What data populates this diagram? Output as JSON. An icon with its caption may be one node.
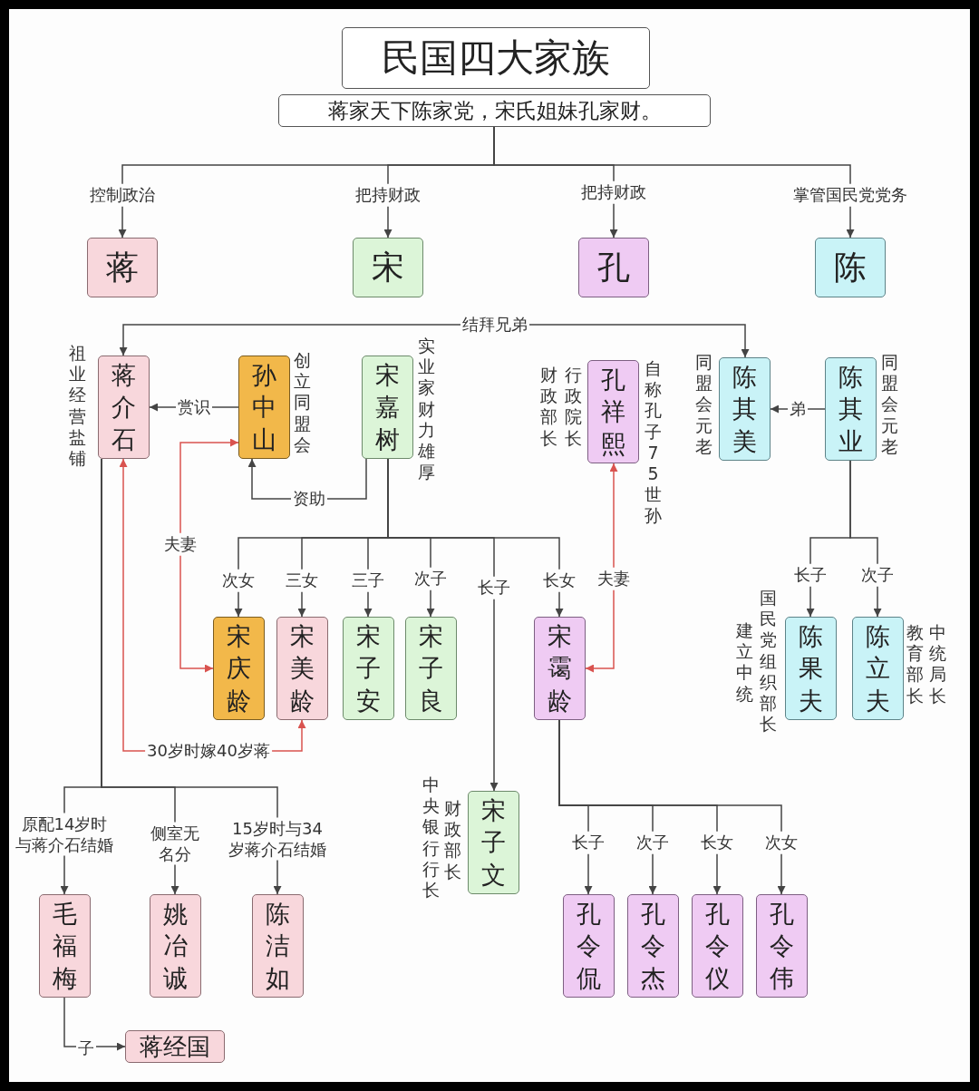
{
  "diagram": {
    "nodes": [
      {
        "text": [
          "民国四大家族"
        ]
      },
      {
        "text": [
          "蒋家天下陈家党，宋氏姐妹孔家财。"
        ]
      },
      {
        "text": [
          "蒋"
        ]
      },
      {
        "text": [
          "宋"
        ]
      },
      {
        "text": [
          "孔"
        ]
      },
      {
        "text": [
          "陈"
        ]
      },
      {
        "text": [
          "蒋介石"
        ],
        "beside": [
          "祖业经营盐铺"
        ]
      },
      {
        "text": [
          "孙中山"
        ],
        "beside": [
          "创立同盟会"
        ]
      },
      {
        "text": [
          "宋嘉树"
        ],
        "beside": [
          "实业家财力雄厚"
        ]
      },
      {
        "text": [
          "孔祥熙"
        ],
        "beside": [
          "行政院长",
          "财政部长",
          "自称孔子75世孙"
        ]
      },
      {
        "text": [
          "陈其美"
        ],
        "beside": [
          "同盟会元老"
        ]
      },
      {
        "text": [
          "陈其业"
        ],
        "beside": [
          "同盟会元老"
        ]
      },
      {
        "text": [
          "宋庆龄"
        ]
      },
      {
        "text": [
          "宋美龄"
        ]
      },
      {
        "text": [
          "宋子安"
        ]
      },
      {
        "text": [
          "宋子良"
        ]
      },
      {
        "text": [
          "宋霭龄"
        ]
      },
      {
        "text": [
          "陈果夫"
        ],
        "beside": [
          "国民党组织部长",
          "建立中统"
        ]
      },
      {
        "text": [
          "陈立夫"
        ],
        "beside": [
          "中统局长",
          "教育部长"
        ]
      },
      {
        "text": [
          "宋子文"
        ],
        "beside": [
          "财政部长",
          "中央银行行长"
        ]
      },
      {
        "text": [
          "毛福梅"
        ]
      },
      {
        "text": [
          "姚冶诚"
        ]
      },
      {
        "text": [
          "陈洁如"
        ]
      },
      {
        "text": [
          "孔令侃"
        ]
      },
      {
        "text": [
          "孔令杰"
        ]
      },
      {
        "text": [
          "孔令仪"
        ]
      },
      {
        "text": [
          "孔令伟"
        ]
      },
      {
        "text": [
          "蒋经国"
        ]
      }
    ],
    "edges": [
      {
        "from": 1,
        "to": 2,
        "arrow": "to",
        "label": "控制政治"
      },
      {
        "from": 1,
        "to": 3,
        "arrow": "to",
        "label": "把持财政"
      },
      {
        "from": 1,
        "to": 4,
        "arrow": "to",
        "label": "把持财政"
      },
      {
        "from": 1,
        "to": 5,
        "arrow": "to",
        "label": "掌管国民党党务"
      },
      {
        "from": 6,
        "to": 10,
        "arrow": "both",
        "label": "结拜兄弟"
      },
      {
        "from": 7,
        "to": 6,
        "arrow": "to",
        "label": "赏识"
      },
      {
        "from": 8,
        "to": 7,
        "arrow": "to",
        "label": "资助"
      },
      {
        "from": 7,
        "to": 12,
        "arrow": "both",
        "label": "夫妻",
        "color": "#d9534f"
      },
      {
        "from": 9,
        "to": 16,
        "arrow": "both",
        "label": "夫妻",
        "color": "#d9534f"
      },
      {
        "from": 6,
        "to": 13,
        "arrow": "both",
        "label": "30岁时嫁40岁蒋",
        "color": "#d9534f"
      },
      {
        "from": 8,
        "to": 12,
        "arrow": "to",
        "label": "次女"
      },
      {
        "from": 8,
        "to": 13,
        "arrow": "to",
        "label": "三女"
      },
      {
        "from": 8,
        "to": 14,
        "arrow": "to",
        "label": "三子"
      },
      {
        "from": 8,
        "to": 15,
        "arrow": "to",
        "label": "次子"
      },
      {
        "from": 8,
        "to": 19,
        "arrow": "to",
        "label": "长子"
      },
      {
        "from": 8,
        "to": 16,
        "arrow": "to",
        "label": "长女"
      },
      {
        "from": 6,
        "to": 20,
        "arrow": "to",
        "label": "原配14岁时与蒋介石结婚"
      },
      {
        "from": 6,
        "to": 21,
        "arrow": "to",
        "label": "侧室无名分"
      },
      {
        "from": 6,
        "to": 22,
        "arrow": "to",
        "label": "15岁时与34岁蒋介石结婚"
      },
      {
        "from": 20,
        "to": 27,
        "arrow": "to",
        "label": "子"
      },
      {
        "from": 11,
        "to": 10,
        "arrow": "to",
        "label": "弟"
      },
      {
        "from": 11,
        "to": 17,
        "arrow": "to",
        "label": "长子"
      },
      {
        "from": 11,
        "to": 18,
        "arrow": "to",
        "label": "次子"
      },
      {
        "from": 16,
        "to": 23,
        "arrow": "to",
        "label": "长子"
      },
      {
        "from": 16,
        "to": 24,
        "arrow": "to",
        "label": "次子"
      },
      {
        "from": 16,
        "to": 25,
        "arrow": "to",
        "label": "长女"
      },
      {
        "from": 16,
        "to": 26,
        "arrow": "to",
        "label": "次女"
      }
    ]
  }
}
